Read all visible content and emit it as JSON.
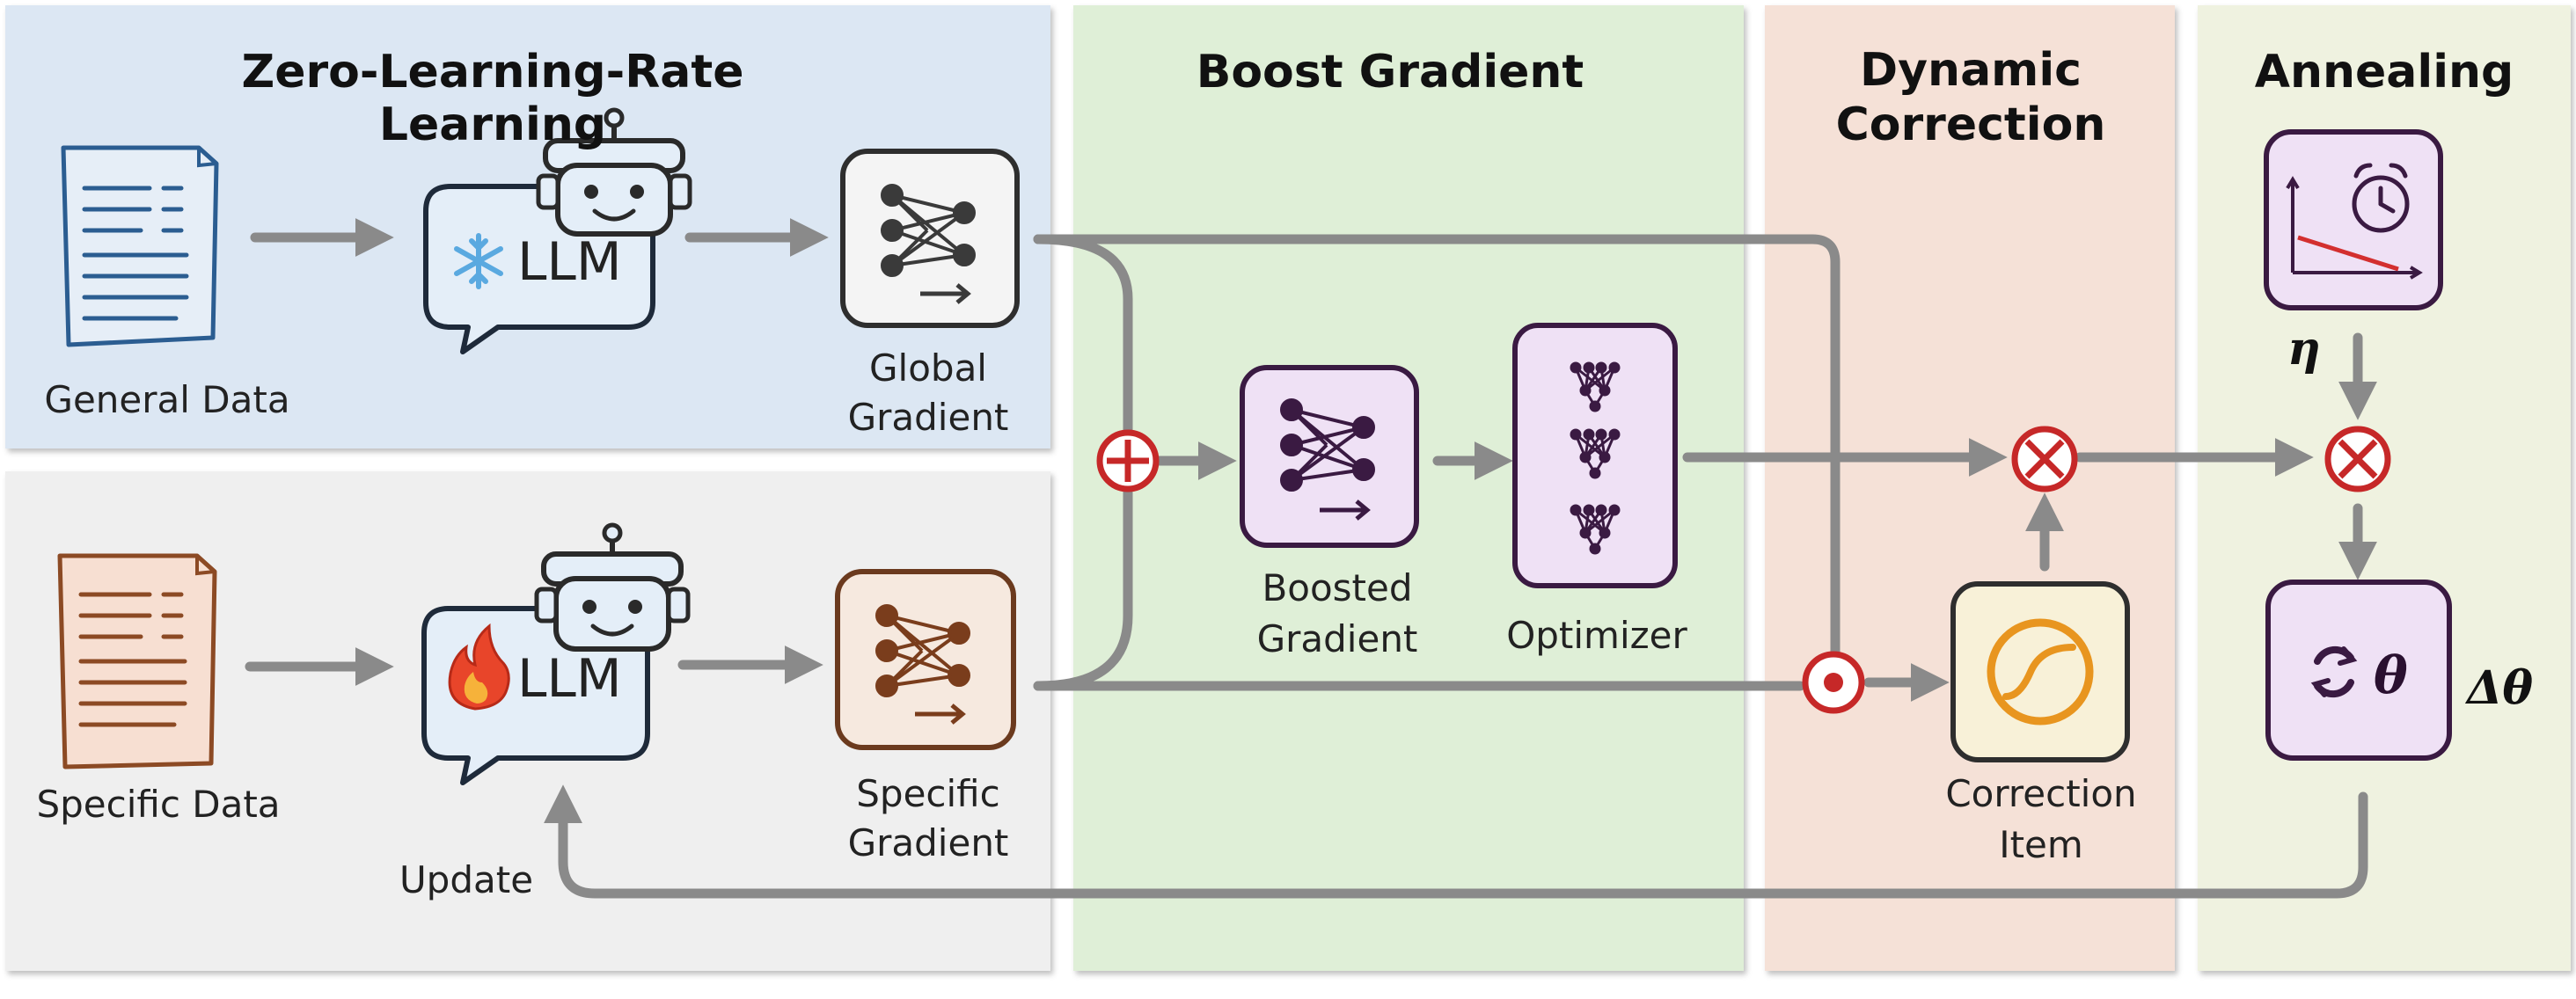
{
  "sections": {
    "zero_lr": {
      "title": "Zero-Learning-Rate Learning"
    },
    "boost": {
      "title": "Boost Gradient"
    },
    "dynamic": {
      "title_line1": "Dynamic",
      "title_line2": "Correction"
    },
    "annealing": {
      "title": "Annealing"
    }
  },
  "nodes": {
    "general_data": {
      "label": "General Data"
    },
    "specific_data": {
      "label": "Specific Data"
    },
    "llm_frozen": {
      "label": "LLM",
      "icon": "snowflake-icon"
    },
    "llm_trainable": {
      "label": "LLM",
      "icon": "fire-icon"
    },
    "global_gradient": {
      "line1": "Global",
      "line2": "Gradient"
    },
    "specific_gradient": {
      "line1": "Specific",
      "line2": "Gradient"
    },
    "boosted_gradient": {
      "line1": "Boosted",
      "line2": "Gradient"
    },
    "optimizer": {
      "label": "Optimizer"
    },
    "correction_item": {
      "line1": "Correction",
      "line2": "Item"
    },
    "update": {
      "label": "Update"
    },
    "eta": {
      "label": "η"
    },
    "delta_theta": {
      "label": "Δθ"
    },
    "theta_box": {
      "label": "θ"
    }
  },
  "operators": {
    "add": "circle-plus-icon",
    "multiply": "circle-times-icon",
    "dot": "circle-dot-icon"
  },
  "colors": {
    "arrow": "#8a8a8a",
    "operator_red": "#c62828",
    "purple_fill": "#efe1f5",
    "purple_stroke": "#3a1a42",
    "blue_doc": "#2b5d91",
    "orange_doc": "#8c4a24"
  }
}
